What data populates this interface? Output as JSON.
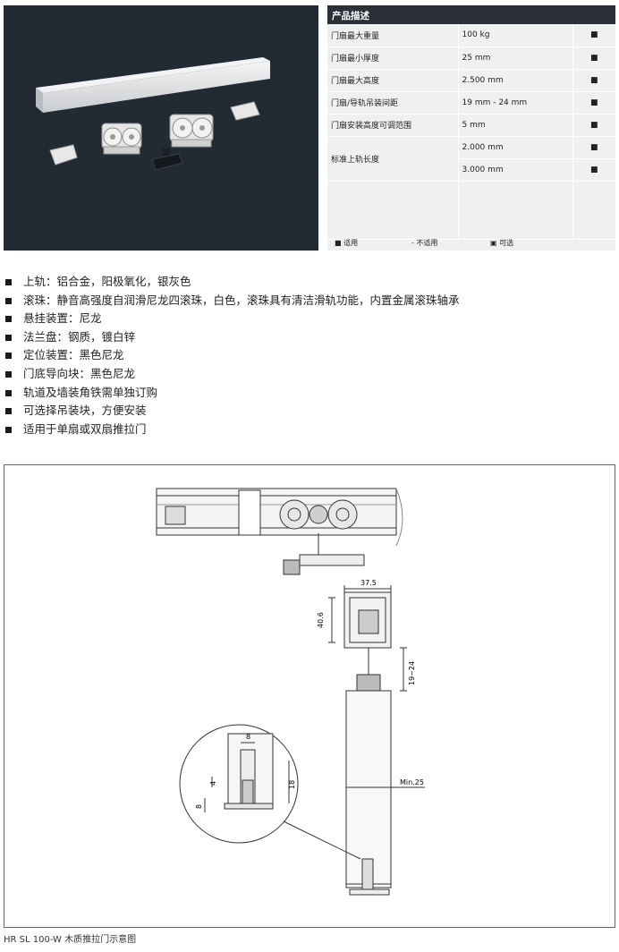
{
  "spec": {
    "header": "产品描述",
    "rows": [
      {
        "label": "门扇最大重量",
        "value": "100 kg",
        "mark": "■"
      },
      {
        "label": "门扇最小厚度",
        "value": "25 mm",
        "mark": "■"
      },
      {
        "label": "门扇最大高度",
        "value": "2.500 mm",
        "mark": "■"
      },
      {
        "label": "门扇/导轨吊装间距",
        "value": "19 mm - 24 mm",
        "mark": "■"
      },
      {
        "label": "门扇安装高度可调范围",
        "value": "5 mm",
        "mark": "■"
      }
    ],
    "rail_length": {
      "label": "标准上轨长度",
      "values": [
        "2.000 mm",
        "3.000 mm"
      ],
      "marks": [
        "■",
        "■"
      ]
    },
    "legend": {
      "applicable": "■  适用",
      "not_applicable": "-   不适用",
      "optional": "▣   可选"
    }
  },
  "features": [
    "上轨：铝合金，阳极氧化，银灰色",
    "滚珠：静音高强度自润滑尼龙四滚珠，白色，滚珠具有清洁滑轨功能，内置金属滚珠轴承",
    "悬挂装置：尼龙",
    "法兰盘：钢质，镀白锌",
    "定位装置：黑色尼龙",
    "门底导向块：黑色尼龙",
    "轨道及墙装角铁需单独订购",
    "可选择吊装块，方便安装",
    "适用于单扇或双扇推拉门"
  ],
  "drawing": {
    "dims": {
      "width": "37.5",
      "height": "40.6",
      "gap": "19~24",
      "min": "Min.25",
      "d8a": "8",
      "d4": "4",
      "d18": "18",
      "d8b": "8"
    }
  },
  "caption": "HR SL 100-W 木质推拉门示意图"
}
